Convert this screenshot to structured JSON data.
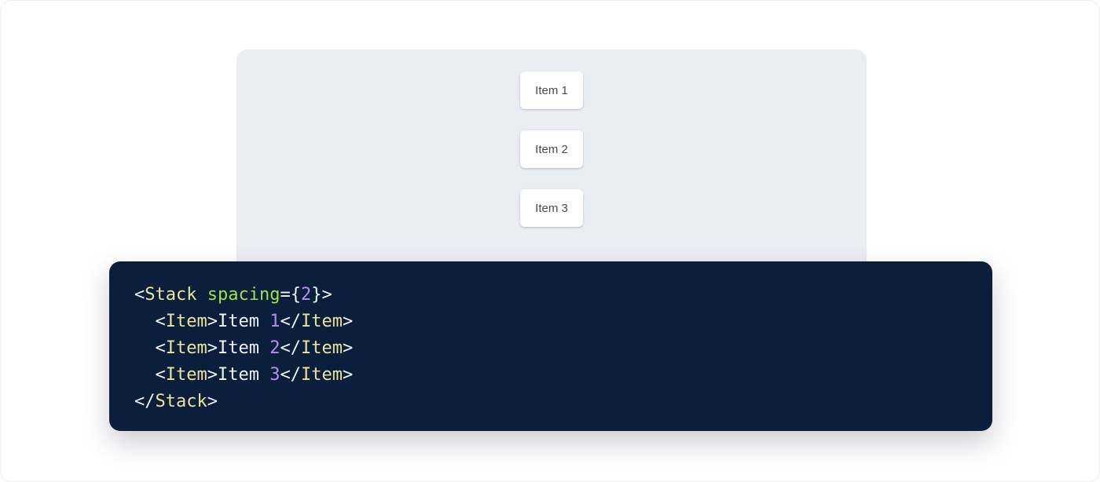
{
  "preview": {
    "surface_bg": "#eaedf2",
    "items": [
      {
        "label": "Item 1"
      },
      {
        "label": "Item 2"
      },
      {
        "label": "Item 3"
      }
    ]
  },
  "code_panel": {
    "background": "#0b1f3c",
    "language": "jsx",
    "colors": {
      "punctuation": "#f2f5fa",
      "tag": "#e8e49a",
      "attribute": "#9ee04e",
      "number": "#b48ef0",
      "text": "#f2f5fa"
    },
    "lines": [
      {
        "indent": "",
        "tokens": [
          {
            "t": "<",
            "k": "punct"
          },
          {
            "t": "Stack",
            "k": "tag"
          },
          {
            "t": " ",
            "k": "punct"
          },
          {
            "t": "spacing",
            "k": "attr"
          },
          {
            "t": "=",
            "k": "punct"
          },
          {
            "t": "{",
            "k": "punct"
          },
          {
            "t": "2",
            "k": "num"
          },
          {
            "t": "}",
            "k": "punct"
          },
          {
            "t": ">",
            "k": "punct"
          }
        ]
      },
      {
        "indent": "  ",
        "tokens": [
          {
            "t": "<",
            "k": "punct"
          },
          {
            "t": "Item",
            "k": "tag"
          },
          {
            "t": ">",
            "k": "punct"
          },
          {
            "t": "Item ",
            "k": "text"
          },
          {
            "t": "1",
            "k": "num"
          },
          {
            "t": "</",
            "k": "punct"
          },
          {
            "t": "Item",
            "k": "tag"
          },
          {
            "t": ">",
            "k": "punct"
          }
        ]
      },
      {
        "indent": "  ",
        "tokens": [
          {
            "t": "<",
            "k": "punct"
          },
          {
            "t": "Item",
            "k": "tag"
          },
          {
            "t": ">",
            "k": "punct"
          },
          {
            "t": "Item ",
            "k": "text"
          },
          {
            "t": "2",
            "k": "num"
          },
          {
            "t": "</",
            "k": "punct"
          },
          {
            "t": "Item",
            "k": "tag"
          },
          {
            "t": ">",
            "k": "punct"
          }
        ]
      },
      {
        "indent": "  ",
        "tokens": [
          {
            "t": "<",
            "k": "punct"
          },
          {
            "t": "Item",
            "k": "tag"
          },
          {
            "t": ">",
            "k": "punct"
          },
          {
            "t": "Item ",
            "k": "text"
          },
          {
            "t": "3",
            "k": "num"
          },
          {
            "t": "</",
            "k": "punct"
          },
          {
            "t": "Item",
            "k": "tag"
          },
          {
            "t": ">",
            "k": "punct"
          }
        ]
      },
      {
        "indent": "",
        "tokens": [
          {
            "t": "</",
            "k": "punct"
          },
          {
            "t": "Stack",
            "k": "tag"
          },
          {
            "t": ">",
            "k": "punct"
          }
        ]
      }
    ]
  }
}
